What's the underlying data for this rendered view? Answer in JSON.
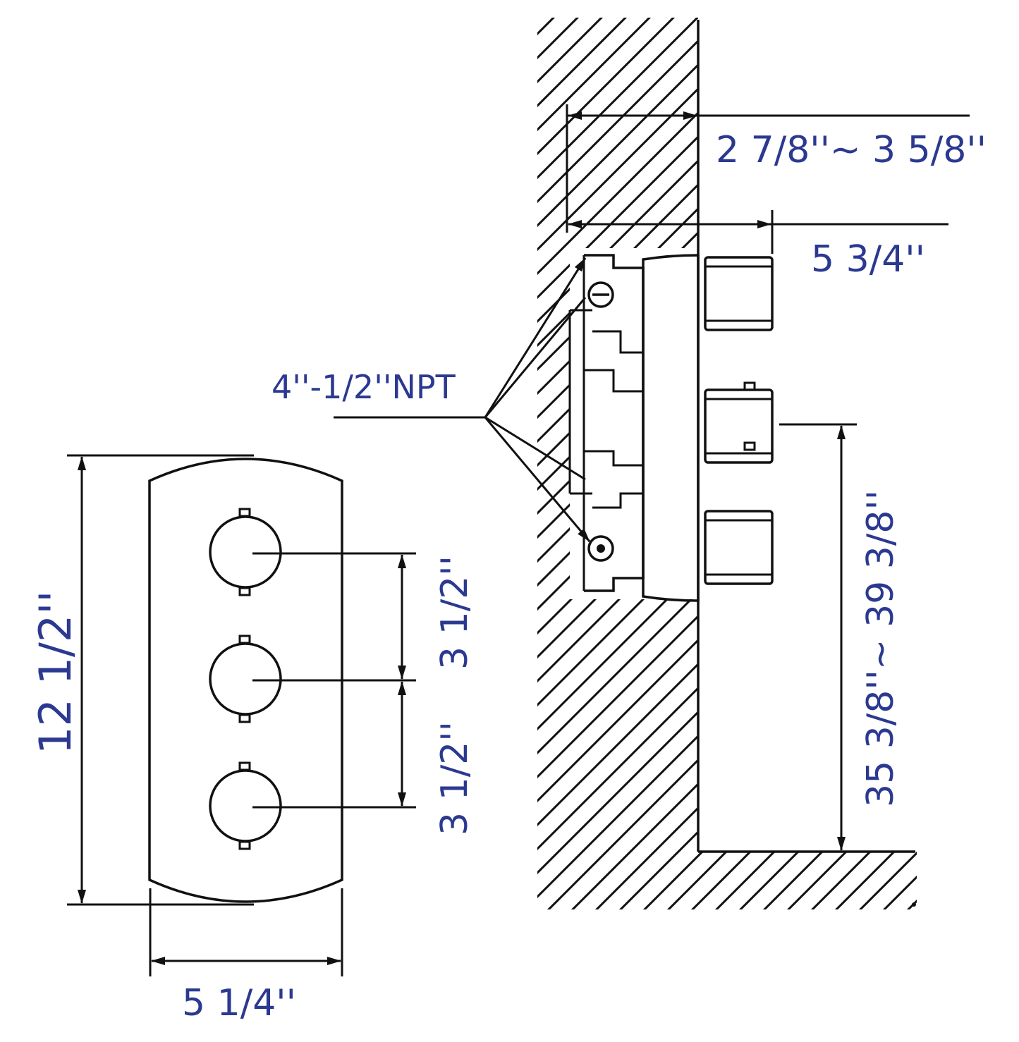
{
  "colors": {
    "line": "#111111",
    "label": "#2b3990",
    "background": "#ffffff"
  },
  "front_view": {
    "height_label": "12 1/2''",
    "width_label": "5 1/4''",
    "spacing_upper_label": "3 1/2''",
    "spacing_lower_label": "3 1/2''",
    "knob_count": 3
  },
  "side_view": {
    "depth_range_label": "2 7/8''~ 3 5/8''",
    "overall_depth_label": "5 3/4''",
    "inlet_label": "4''-1/2''NPT",
    "floor_height_label": "35 3/8''~ 39 3/8''"
  }
}
